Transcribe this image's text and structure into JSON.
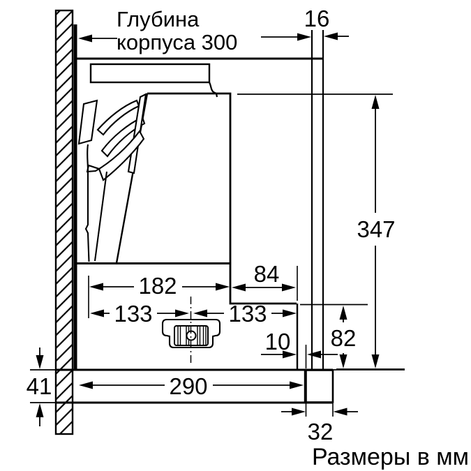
{
  "diagram": {
    "type": "appliance-installation-drawing",
    "units_caption": "Размеры в мм",
    "depth_note": {
      "line1": "Глубина",
      "line2": "корпуса 300"
    },
    "dimensions": {
      "front_panel_thickness": "16",
      "total_height": "347",
      "body_width": "182",
      "front_section_width": "84",
      "left_half_width": "133",
      "right_half_width": "133",
      "front_clearance": "10",
      "lower_section_height": "82",
      "bottom_panel_height": "41",
      "bottom_panel_width": "290",
      "end_cap_width": "32"
    },
    "colors": {
      "ink": "#000000",
      "background": "#ffffff"
    }
  }
}
